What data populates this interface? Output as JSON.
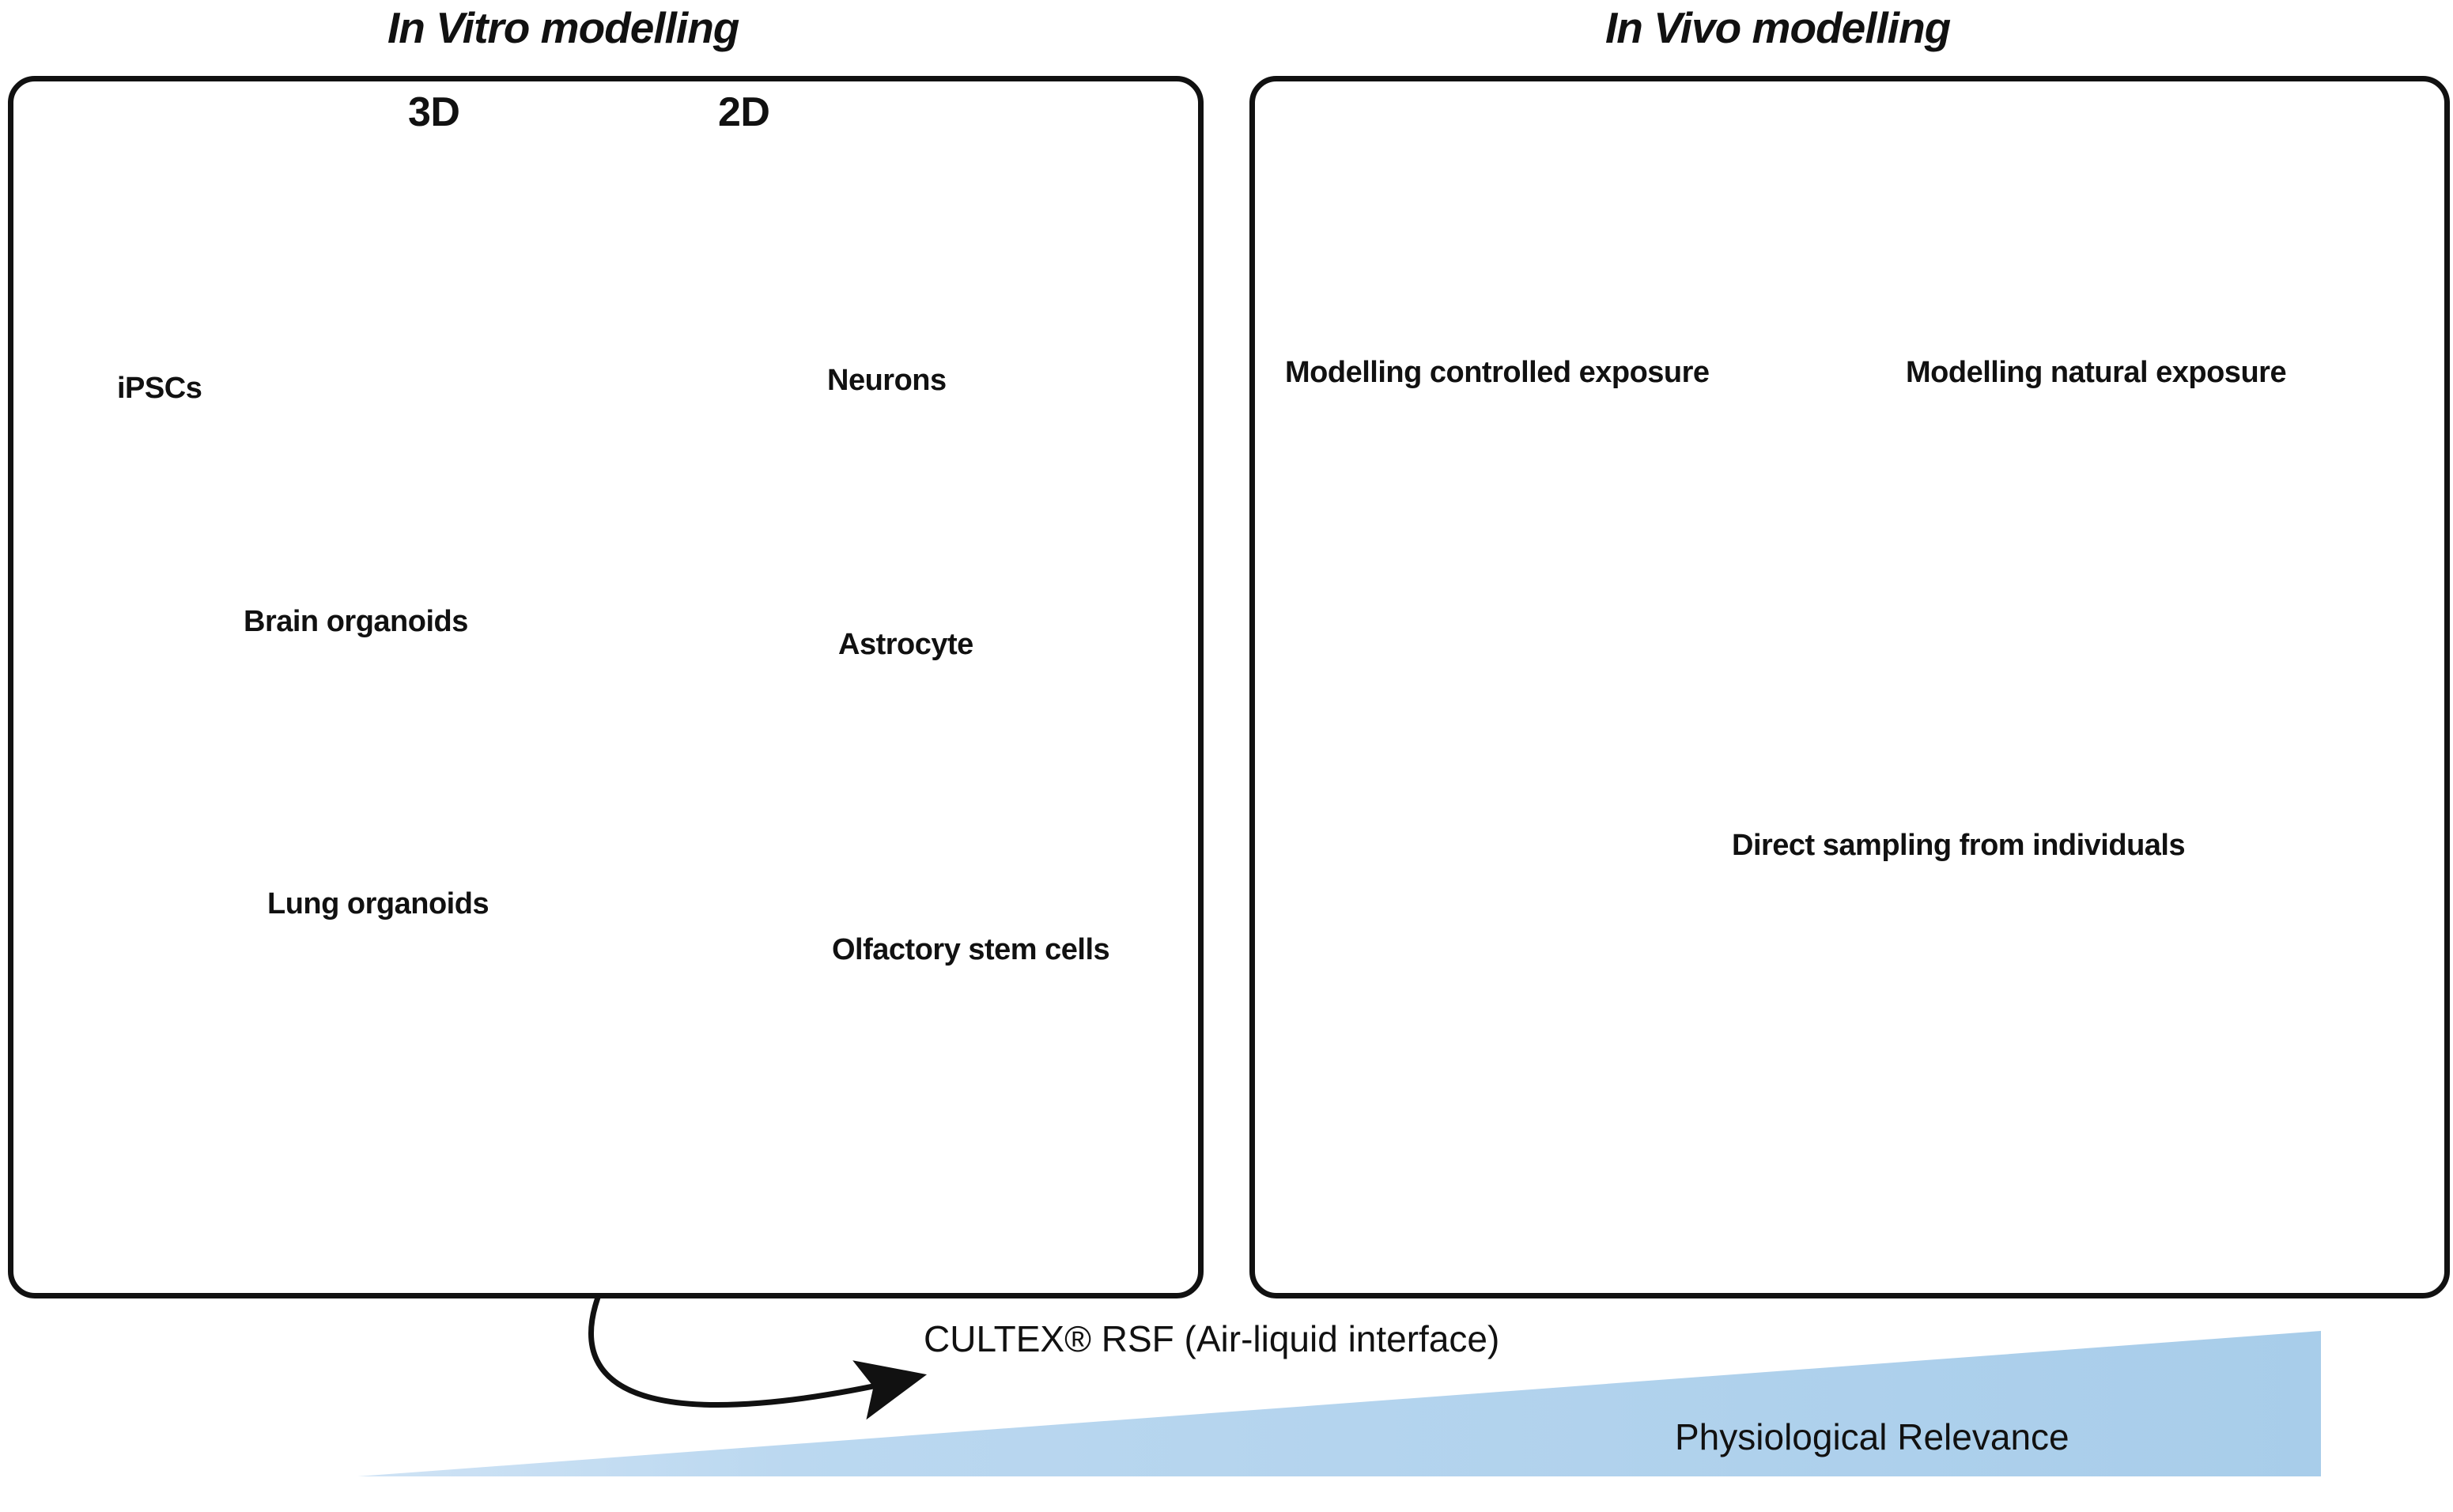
{
  "figure": {
    "type": "scientific-schematic",
    "description": "Two-panel schematic comparing in vitro and in vivo modelling approaches with a physiological relevance gradient"
  },
  "panels": [
    {
      "id": "in-vitro",
      "title": "In Vitro modelling",
      "column_headers": [
        "3D",
        "2D"
      ],
      "labels": [
        "iPSCs",
        "Brain organoids",
        "Lung organoids",
        "Neurons",
        "Astrocyte",
        "Olfactory stem cells"
      ],
      "icons": [
        "human-body-silhouette",
        "hydrogel-3d-culture-icon",
        "culture-flask-icon",
        "nasal-swab-head-icon",
        "ipsc-cell-cluster-icon",
        "brain-organoid-icon",
        "lung-organoid-icon",
        "neuron-culture-circle-icon",
        "astrocyte-culture-circle-icon",
        "olfactory-epithelium-circle-icon",
        "nose-profile-icon"
      ]
    },
    {
      "id": "in-vivo",
      "title": "In Vivo modelling",
      "labels": [
        "Modelling controlled exposure",
        "Modelling natural exposure",
        "Direct sampling from individuals"
      ],
      "icons": [
        "fly-and-mice-circle-icon",
        "human-population-circle-icon",
        "neuron-culture-circle-icon",
        "petri-dish-icon",
        "nasal-swab-head-icon"
      ]
    }
  ],
  "footer": {
    "cultex_label": "CULTEX® RSF (Air-liquid interface)",
    "gradient_label": "Physiological Relevance"
  },
  "colors": {
    "panel_border": "#111111",
    "gradient_blue": "#a8cdea",
    "gradient_blue_light": "#cfe3f5",
    "circle_pink": "#9c6b72",
    "circle_magenta": "#b9317c",
    "circle_purple": "#70214f",
    "circle_grey": "#5a5a5a",
    "arrow_black": "#111111",
    "text_black": "#111111",
    "flask_red": "#e05050",
    "flask_cap_blue": "#1f63b5",
    "ipsc_pink": "#c58ba6",
    "organoid_pink": "#e09aa6",
    "lung_tan": "#e0cbc0",
    "astrocyte_orange": "#f0b35e",
    "neuron_purple": "#7b5ea8",
    "neuron_green": "#3f9a62",
    "people_navy": "#2e3f7f",
    "people_teal": "#1a8fa8",
    "mouse_dark": "#3a3a3a",
    "mouse_light": "#e3e0de",
    "fly_orange": "#d68a2a",
    "swab_red": "#b8301c"
  }
}
